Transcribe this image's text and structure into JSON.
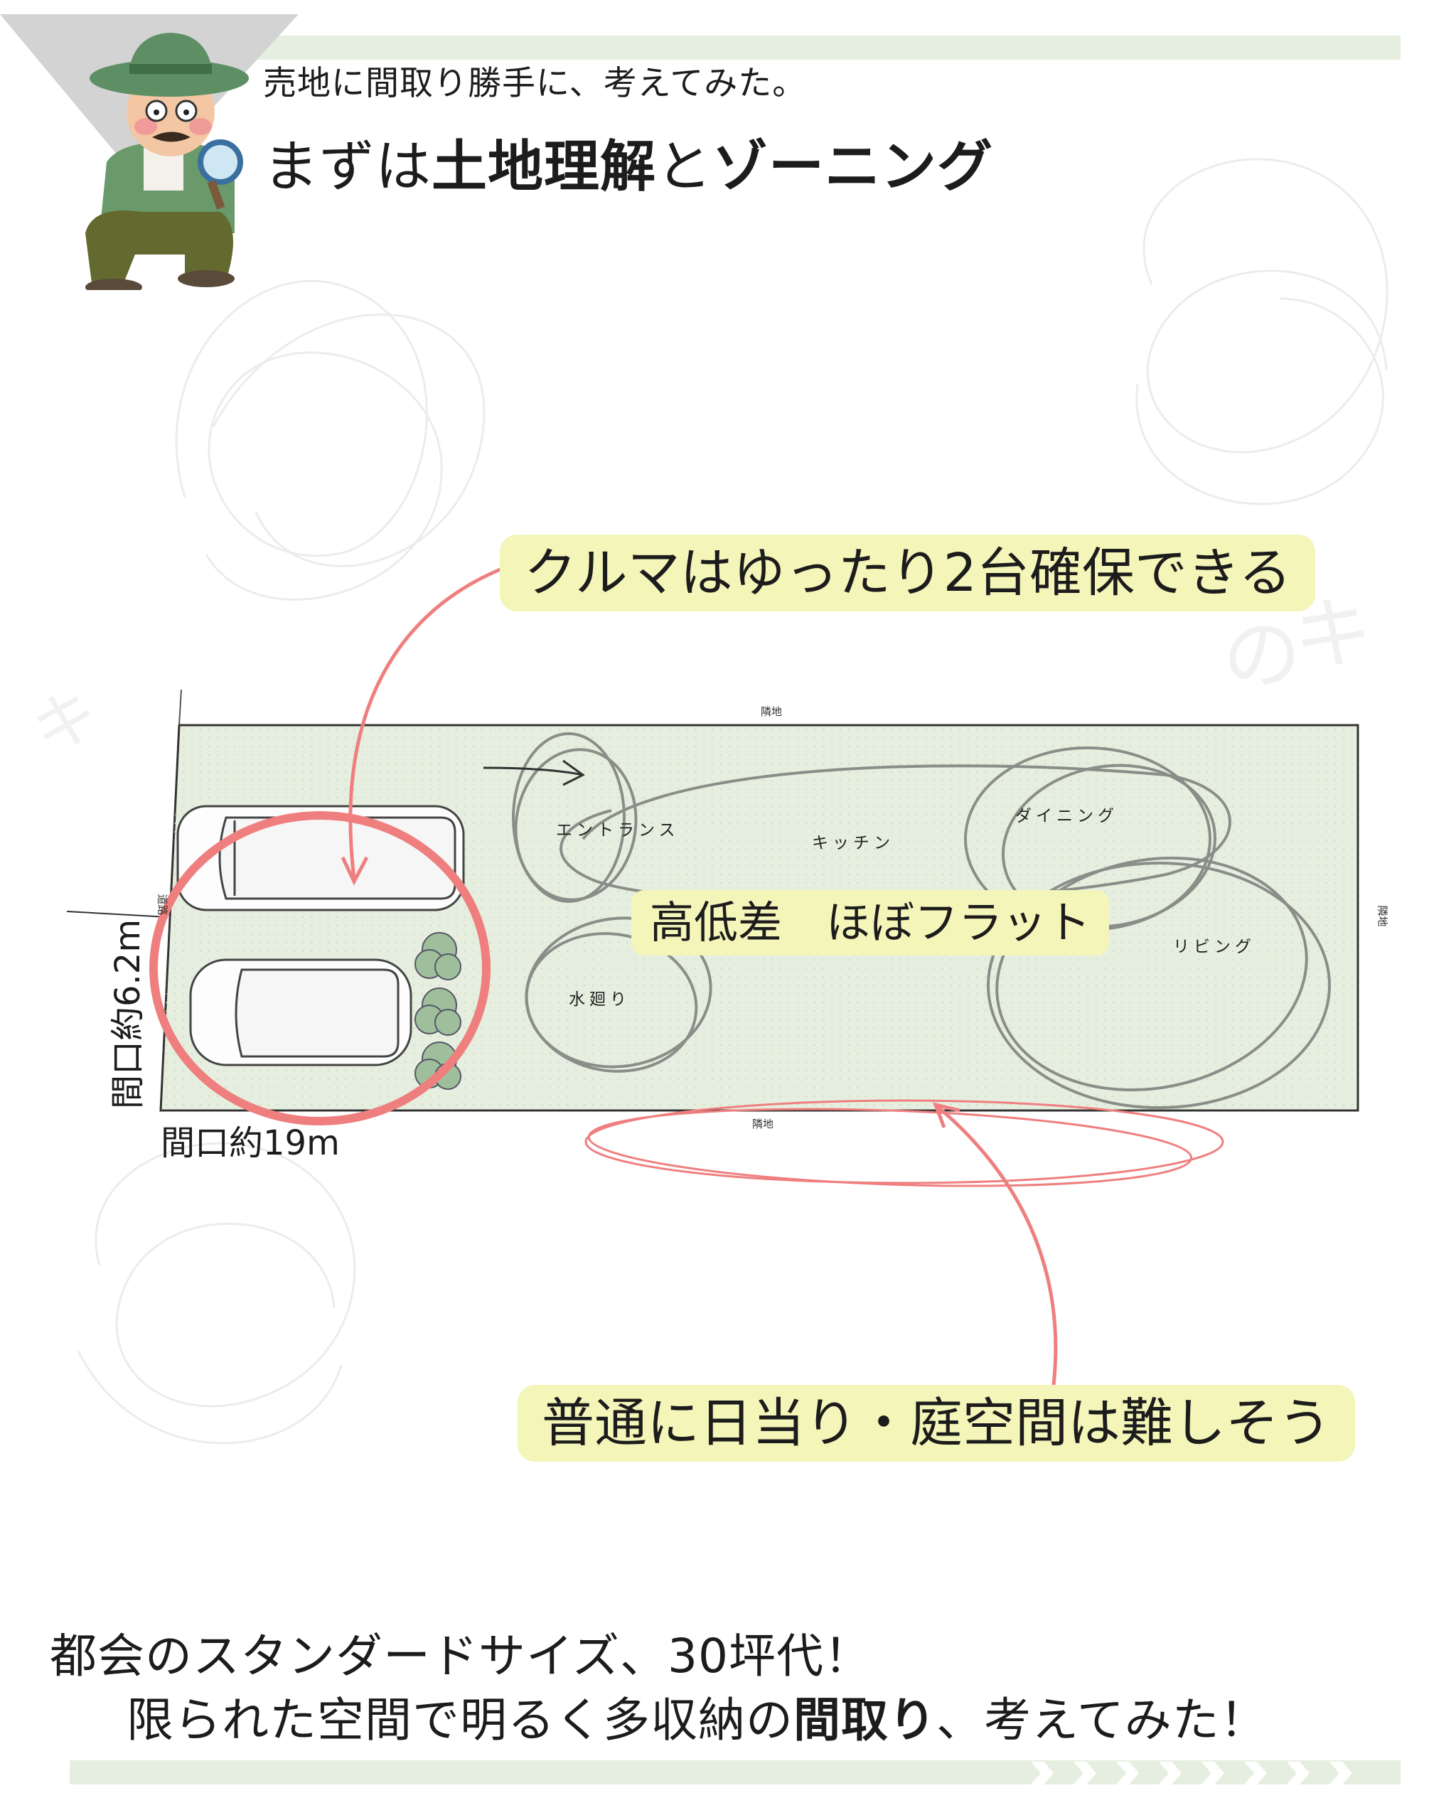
{
  "header": {
    "subtitle": "売地に間取り勝手に、考えてみた。",
    "title_part1": "まずは",
    "title_bold1": "土地理解",
    "title_part2": "と",
    "title_bold2": "ゾーニング"
  },
  "callouts": {
    "cars": "クルマはゆったり2台確保できる",
    "level": "高低差　ほぼフラット",
    "sunlight": "普通に日当り・庭空間は難しそう"
  },
  "site": {
    "neighbor_top": "隣地",
    "neighbor_bottom": "隣地",
    "neighbor_right": "隣地",
    "road": "道路",
    "frontage_short": "間口約6.2m",
    "frontage_long": "間口約19m"
  },
  "zones": {
    "entrance": "エントランス",
    "kitchen": "キッチン",
    "dining": "ダイニング",
    "living": "リビング",
    "water": "水廻り"
  },
  "footer": {
    "line1": "都会のスタンダードサイズ、30坪代！",
    "line2_part1": "限られた空間で明るく多収納の",
    "line2_bold": "間取り",
    "line2_part2": "、考えてみた！"
  },
  "colors": {
    "site_fill": "#e6efdf",
    "callout_bg": "#f3f5b9",
    "accent_red": "#ef7f7f",
    "zone_stroke": "#8a8d88",
    "hat_green": "#5e8f64"
  }
}
